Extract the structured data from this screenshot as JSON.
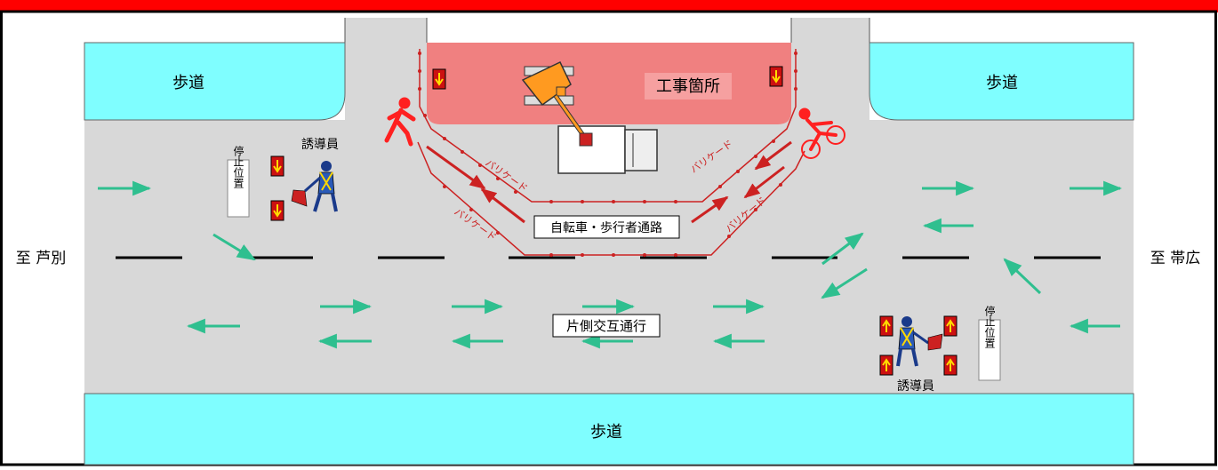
{
  "title_banner": "",
  "labels": {
    "sidewalk_top_left": "歩道",
    "sidewalk_top_right": "歩道",
    "sidewalk_bottom": "歩道",
    "to_west": "至 芦別",
    "to_east": "至 帯広",
    "work_site": "工事箇所",
    "flagger_top": "誘導員",
    "flagger_bottom": "誘導員",
    "stop_position_left": "停止位置",
    "stop_position_right": "停止位置",
    "bike_ped_path": "自転車・歩行者通路",
    "alternating_traffic": "片側交互通行",
    "barricade": "バリケード"
  },
  "colors": {
    "banner": "#ff0000",
    "sidewalk": "#7ffeff",
    "road": "#d8d8d8",
    "work_zone": "#f08080",
    "flow_arrow": "#2fbf8f",
    "barricade": "#cc2222",
    "pedestrian": "#ff2020"
  },
  "icons": [
    "excavator-icon",
    "truck-icon",
    "pedestrian-icon",
    "cyclist-icon",
    "flagger-icon",
    "warning-sign-icon"
  ]
}
